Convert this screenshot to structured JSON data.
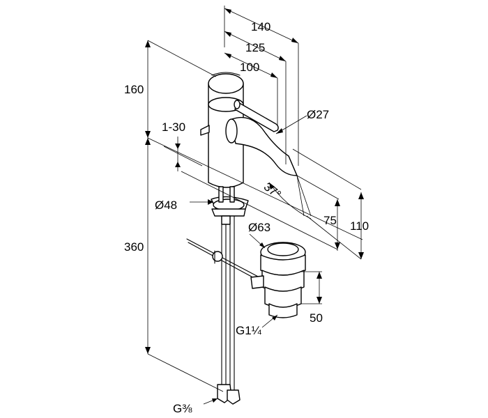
{
  "dimensions": {
    "width_140": "140",
    "width_125": "125",
    "width_100": "100",
    "height_160": "160",
    "range_1_30": "1-30",
    "spout_dia": "Ø27",
    "base_dia": "Ø48",
    "waste_dia": "Ø63",
    "height_360": "360",
    "angle": "37°",
    "spout_75": "75",
    "spout_110": "110",
    "waste_50": "50",
    "thread_waste": "G1¼",
    "thread_supply": "G⅜"
  }
}
